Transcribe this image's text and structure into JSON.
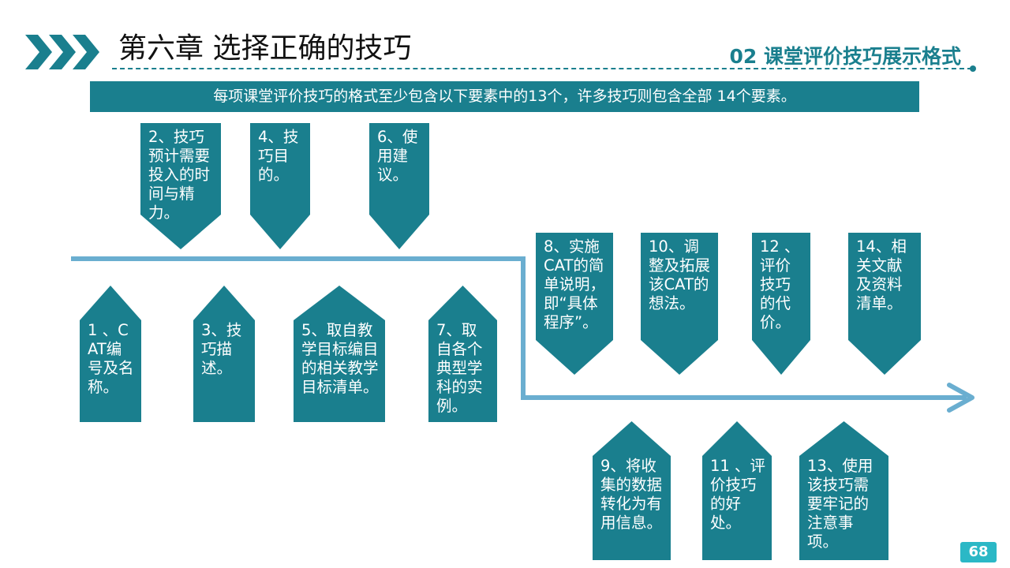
{
  "header": {
    "title": "第六章 选择正确的技巧",
    "section": "02 课堂评价技巧展示格式"
  },
  "banner": "每项课堂评价技巧的格式至少包含以下要素中的13个，许多技巧则包含全部 14个要素。",
  "elements": [
    {
      "label": "1 、CAT编号及名称。"
    },
    {
      "label": "2、技巧预计需要投入的时间与精力。"
    },
    {
      "label": "3、技巧描述。"
    },
    {
      "label": "4、技巧目的。"
    },
    {
      "label": "5、取自教学目标编目的相关教学目标清单。"
    },
    {
      "label": "6、使用建议。"
    },
    {
      "label": "7、取自各个典型学科的实例。"
    },
    {
      "label": "8、实施CAT的简单说明，即“具体程序”。"
    },
    {
      "label": "9、将收集的数据转化为有用信息。"
    },
    {
      "label": "10、调整及拓展该CAT的想法。"
    },
    {
      "label": "11 、评价技巧的好处。"
    },
    {
      "label": "12 、评价技巧的代价。"
    },
    {
      "label": "13、使用该技巧需要牢记的注意事项。"
    },
    {
      "label": "14、相关文献及资料清单。"
    }
  ],
  "page_number": "68",
  "colors": {
    "teal": "#1a7f8e",
    "line": "#6aaed0",
    "badge": "#2bb8c6"
  }
}
